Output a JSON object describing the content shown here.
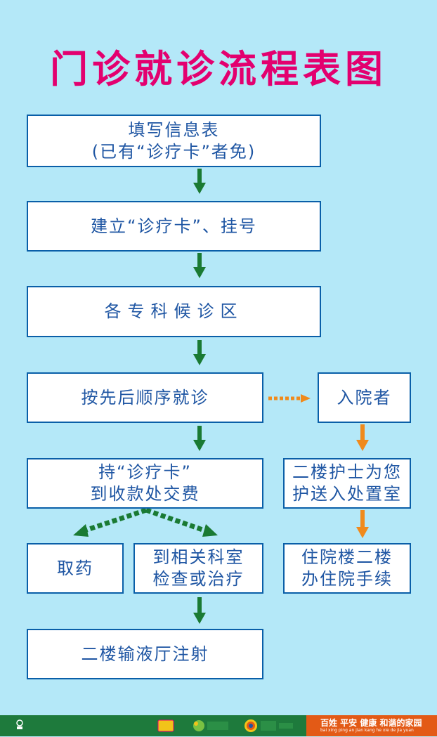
{
  "title": "门诊就诊流程表图",
  "steps": {
    "fill_form_line1": "填写信息表",
    "fill_form_line2": "(已有“诊疗卡”者免)",
    "create_card": "建立“诊疗卡”、挂号",
    "dept_wait": "各专科候诊区",
    "queue": "按先后顺序就诊",
    "pay_line1": "持“诊疗卡”",
    "pay_line2": "到收款处交费",
    "get_medicine": "取药",
    "exam_line1": "到相关科室",
    "exam_line2": "检查或治疗",
    "infusion": "二楼输液厅注射",
    "admitted": "入院者",
    "nurse_line1": "二楼护士为您",
    "nurse_line2": "护送入处置室",
    "inpatient_line1": "住院楼二楼",
    "inpatient_line2": "办住院手续"
  },
  "footer": {
    "slogan": "百姓 平安 健康 和谐的家园",
    "slogan_pinyin": "bai xing ping an jian kang he xie de jia yuan"
  },
  "colors": {
    "background": "#b4e8f8",
    "title": "#e3006f",
    "box_border": "#0a5fa8",
    "box_text": "#1f56a3",
    "arrow_main": "#1a7a33",
    "arrow_side": "#f08a1c",
    "footer_green": "#1e7a3c",
    "footer_orange": "#e35a16"
  }
}
